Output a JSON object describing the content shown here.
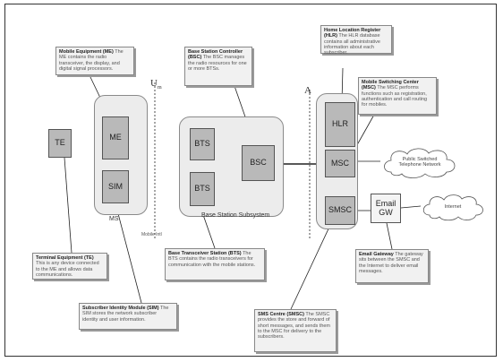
{
  "nodes": {
    "te": "TE",
    "me": "ME",
    "sim": "SIM",
    "bts1": "BTS",
    "bts2": "BTS",
    "bsc": "BSC",
    "hlr": "HLR",
    "msc": "MSC",
    "smsc": "SMSC",
    "email_gw": "Email GW"
  },
  "groups": {
    "ms_label": "MS",
    "bss_label": "Base Station Subsystem"
  },
  "interfaces": {
    "um": "U",
    "um_sub": "m",
    "a": "A",
    "mobile_label": "Mobile Intl"
  },
  "clouds": {
    "pstn": "Public Switched Telephone Network",
    "internet": "Internet"
  },
  "notes": {
    "mobile_equipment": {
      "title": "Mobile Equipment (ME)",
      "body": "The ME contains the radio transceiver, the display, and digital signal processors."
    },
    "bsc": {
      "title": "Base Station Controller (BSC)",
      "body": "The BSC manages the radio resources for one or more BTSs."
    },
    "hlr": {
      "title": "Home Location Register (HLR)",
      "body": "The HLR database contains all administrative information about each subscriber."
    },
    "msc": {
      "title": "Mobile Switching Center (MSC)",
      "body": "The MSC performs functions such as registration, authentication and call routing for mobiles."
    },
    "te": {
      "title": "Terminal Equipment (TE)",
      "body": "This is any device connected to the ME and allows data communications."
    },
    "bts": {
      "title": "Base Transceiver Station (BTS)",
      "body": "The BTS contains the radio transceivers for communication with the mobile stations."
    },
    "email": {
      "title": "Email Gateway",
      "body": "The gateway sits between the SMSC and the Internet to deliver email messages."
    },
    "sim": {
      "title": "Subscriber Identity Module (SIM)",
      "body": "The SIM stores the network subscriber identity and user information."
    },
    "smsc": {
      "title": "SMS Centre (SMSC)",
      "body": "The SMSC provides the store and forward of short messages, and sends them to the MSC for delivery to the subscribers."
    }
  }
}
